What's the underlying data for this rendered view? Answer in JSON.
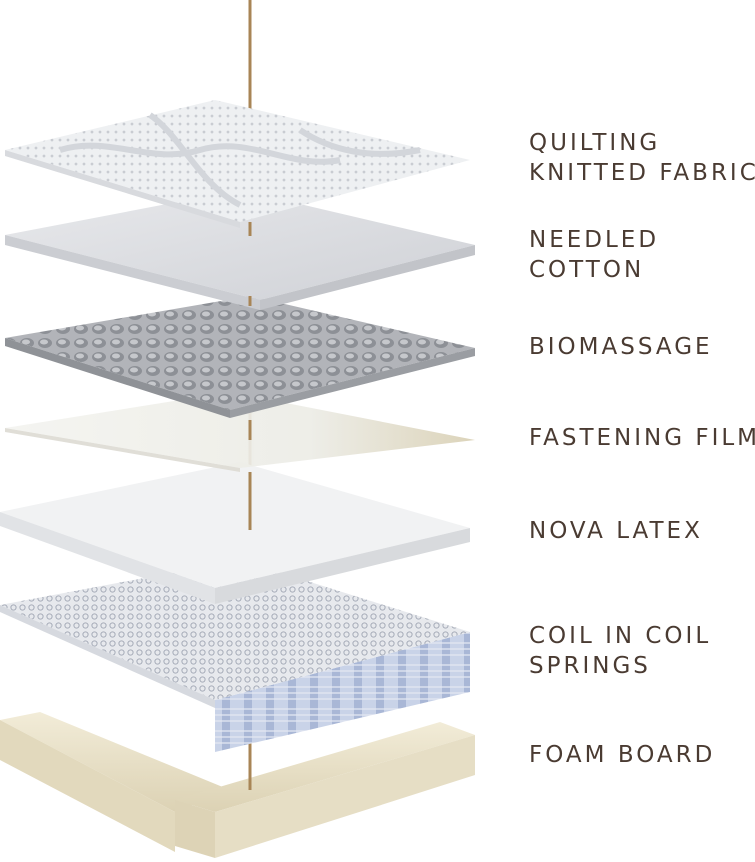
{
  "layers": [
    {
      "id": "quilting",
      "lines": [
        "QUILTING",
        "KNITTED FABRIC"
      ],
      "color": "#eceef0"
    },
    {
      "id": "cotton",
      "lines": [
        "NEEDLED",
        "COTTON"
      ],
      "color": "#dfe0e3"
    },
    {
      "id": "biomassage",
      "lines": [
        "BIOMASSAGE"
      ],
      "color": "#a9abb0"
    },
    {
      "id": "film",
      "lines": [
        "FASTENING FILM"
      ],
      "color": "#efefea"
    },
    {
      "id": "latex",
      "lines": [
        "NOVA LATEX"
      ],
      "color": "#f1f2f3"
    },
    {
      "id": "springs",
      "lines": [
        "COIL IN COIL",
        "SPRINGS"
      ],
      "color": "#c7cfe0"
    },
    {
      "id": "foam",
      "lines": [
        "FOAM BOARD"
      ],
      "color": "#ece5cf"
    }
  ],
  "colors": {
    "label_text": "#4a3b32",
    "rod": "#a88556"
  }
}
